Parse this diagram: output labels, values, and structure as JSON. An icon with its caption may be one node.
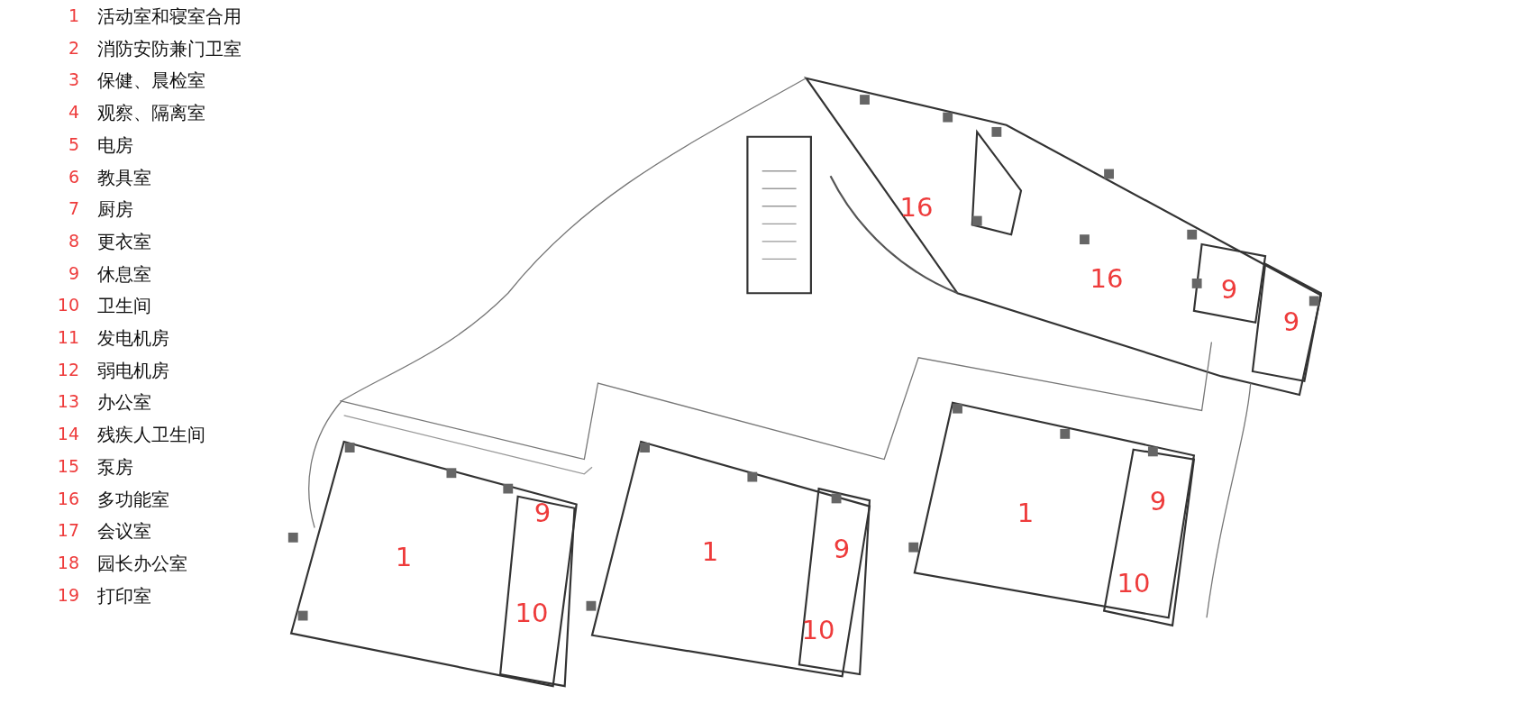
{
  "diagram": {
    "labels": [
      "1",
      "活动室和寝室合用",
      "2",
      "消防安防兼门卫室",
      "3",
      "保健、晨检室",
      "4",
      "观察、隔离室",
      "5",
      "电房",
      "6",
      "教具室",
      "7",
      "厨房",
      "8",
      "更衣室",
      "9",
      "休息室",
      "10",
      "卫生间",
      "11",
      "发电机房",
      "12",
      "弱电机房",
      "13",
      "办公室",
      "14",
      "残疾人卫生间",
      "15",
      "泵房",
      "16",
      "多功能室",
      "17",
      "会议室",
      "18",
      "园长办公室",
      "19",
      "打印室",
      "16",
      "16",
      "9",
      "9",
      "9",
      "1",
      "9",
      "9",
      "1",
      "1",
      "10",
      "10",
      "10"
    ]
  }
}
